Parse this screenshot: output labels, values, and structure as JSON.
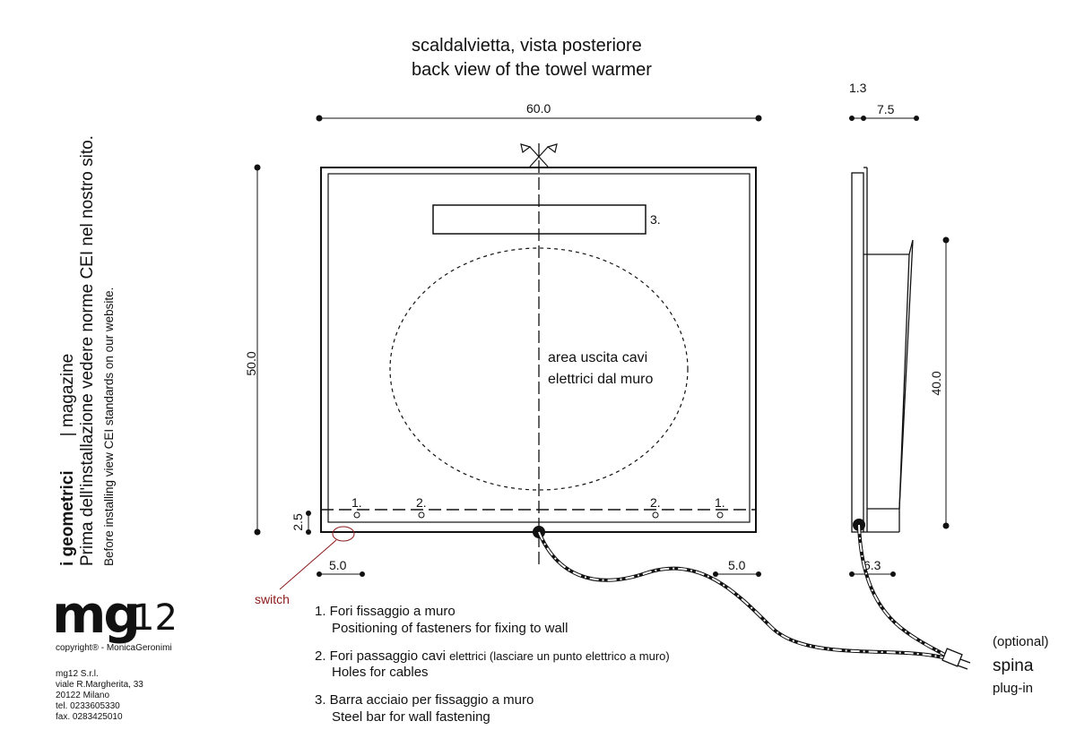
{
  "title": {
    "line1": "scaldalvietta, vista posteriore",
    "line2": "back view of the towel warmer"
  },
  "dimensions": {
    "width_total": "60.0",
    "height_total": "50.0",
    "bottom_gap": "2.5",
    "left_offset": "5.0",
    "right_offset": "5.0",
    "side_top_a": "1.3",
    "side_top_b": "7.5",
    "side_height": "40.0",
    "side_bottom": "6.3"
  },
  "markers": {
    "bar_label": "3.",
    "hole_left_1": "1.",
    "hole_left_2": "2.",
    "hole_right_2": "2.",
    "hole_right_1": "1."
  },
  "cable_area": {
    "line1": "area uscita cavi",
    "line2": "elettrici dal muro"
  },
  "switch_label": "switch",
  "legend": {
    "item1_it": "1. Fori fissaggio a muro",
    "item1_en": "Positioning of fasteners for fixing to wall",
    "item2_it_main": "2. Fori passaggio cavi",
    "item2_it_rest": "elettrici (lasciare un punto elettrico a muro)",
    "item2_en": "Holes for cables",
    "item3_it": "3. Barra acciaio per fissaggio a muro",
    "item3_en": "Steel bar for wall fastening"
  },
  "plug": {
    "optional": "(optional)",
    "spina": "spina",
    "plugin": "plug-in"
  },
  "sidebar": {
    "brand_bold": "i geometrici",
    "brand_rest": "| magazine",
    "note_it": "Prima dell'installazione vedere norme CEI nel nostro sito.",
    "note_en": "Before installing view CEI standards on our website."
  },
  "company": {
    "logo_main": "mg",
    "logo_num": "12",
    "copyright": "copyright® - MonicaGeronimi",
    "name": "mg12 S.r.l.",
    "street": "viale R.Margherita, 33",
    "city": "20122 Milano",
    "tel": "tel. 0233605330",
    "fax": "fax. 0283425010"
  },
  "colors": {
    "line": "#111111",
    "accent": "#8b1a1a"
  }
}
